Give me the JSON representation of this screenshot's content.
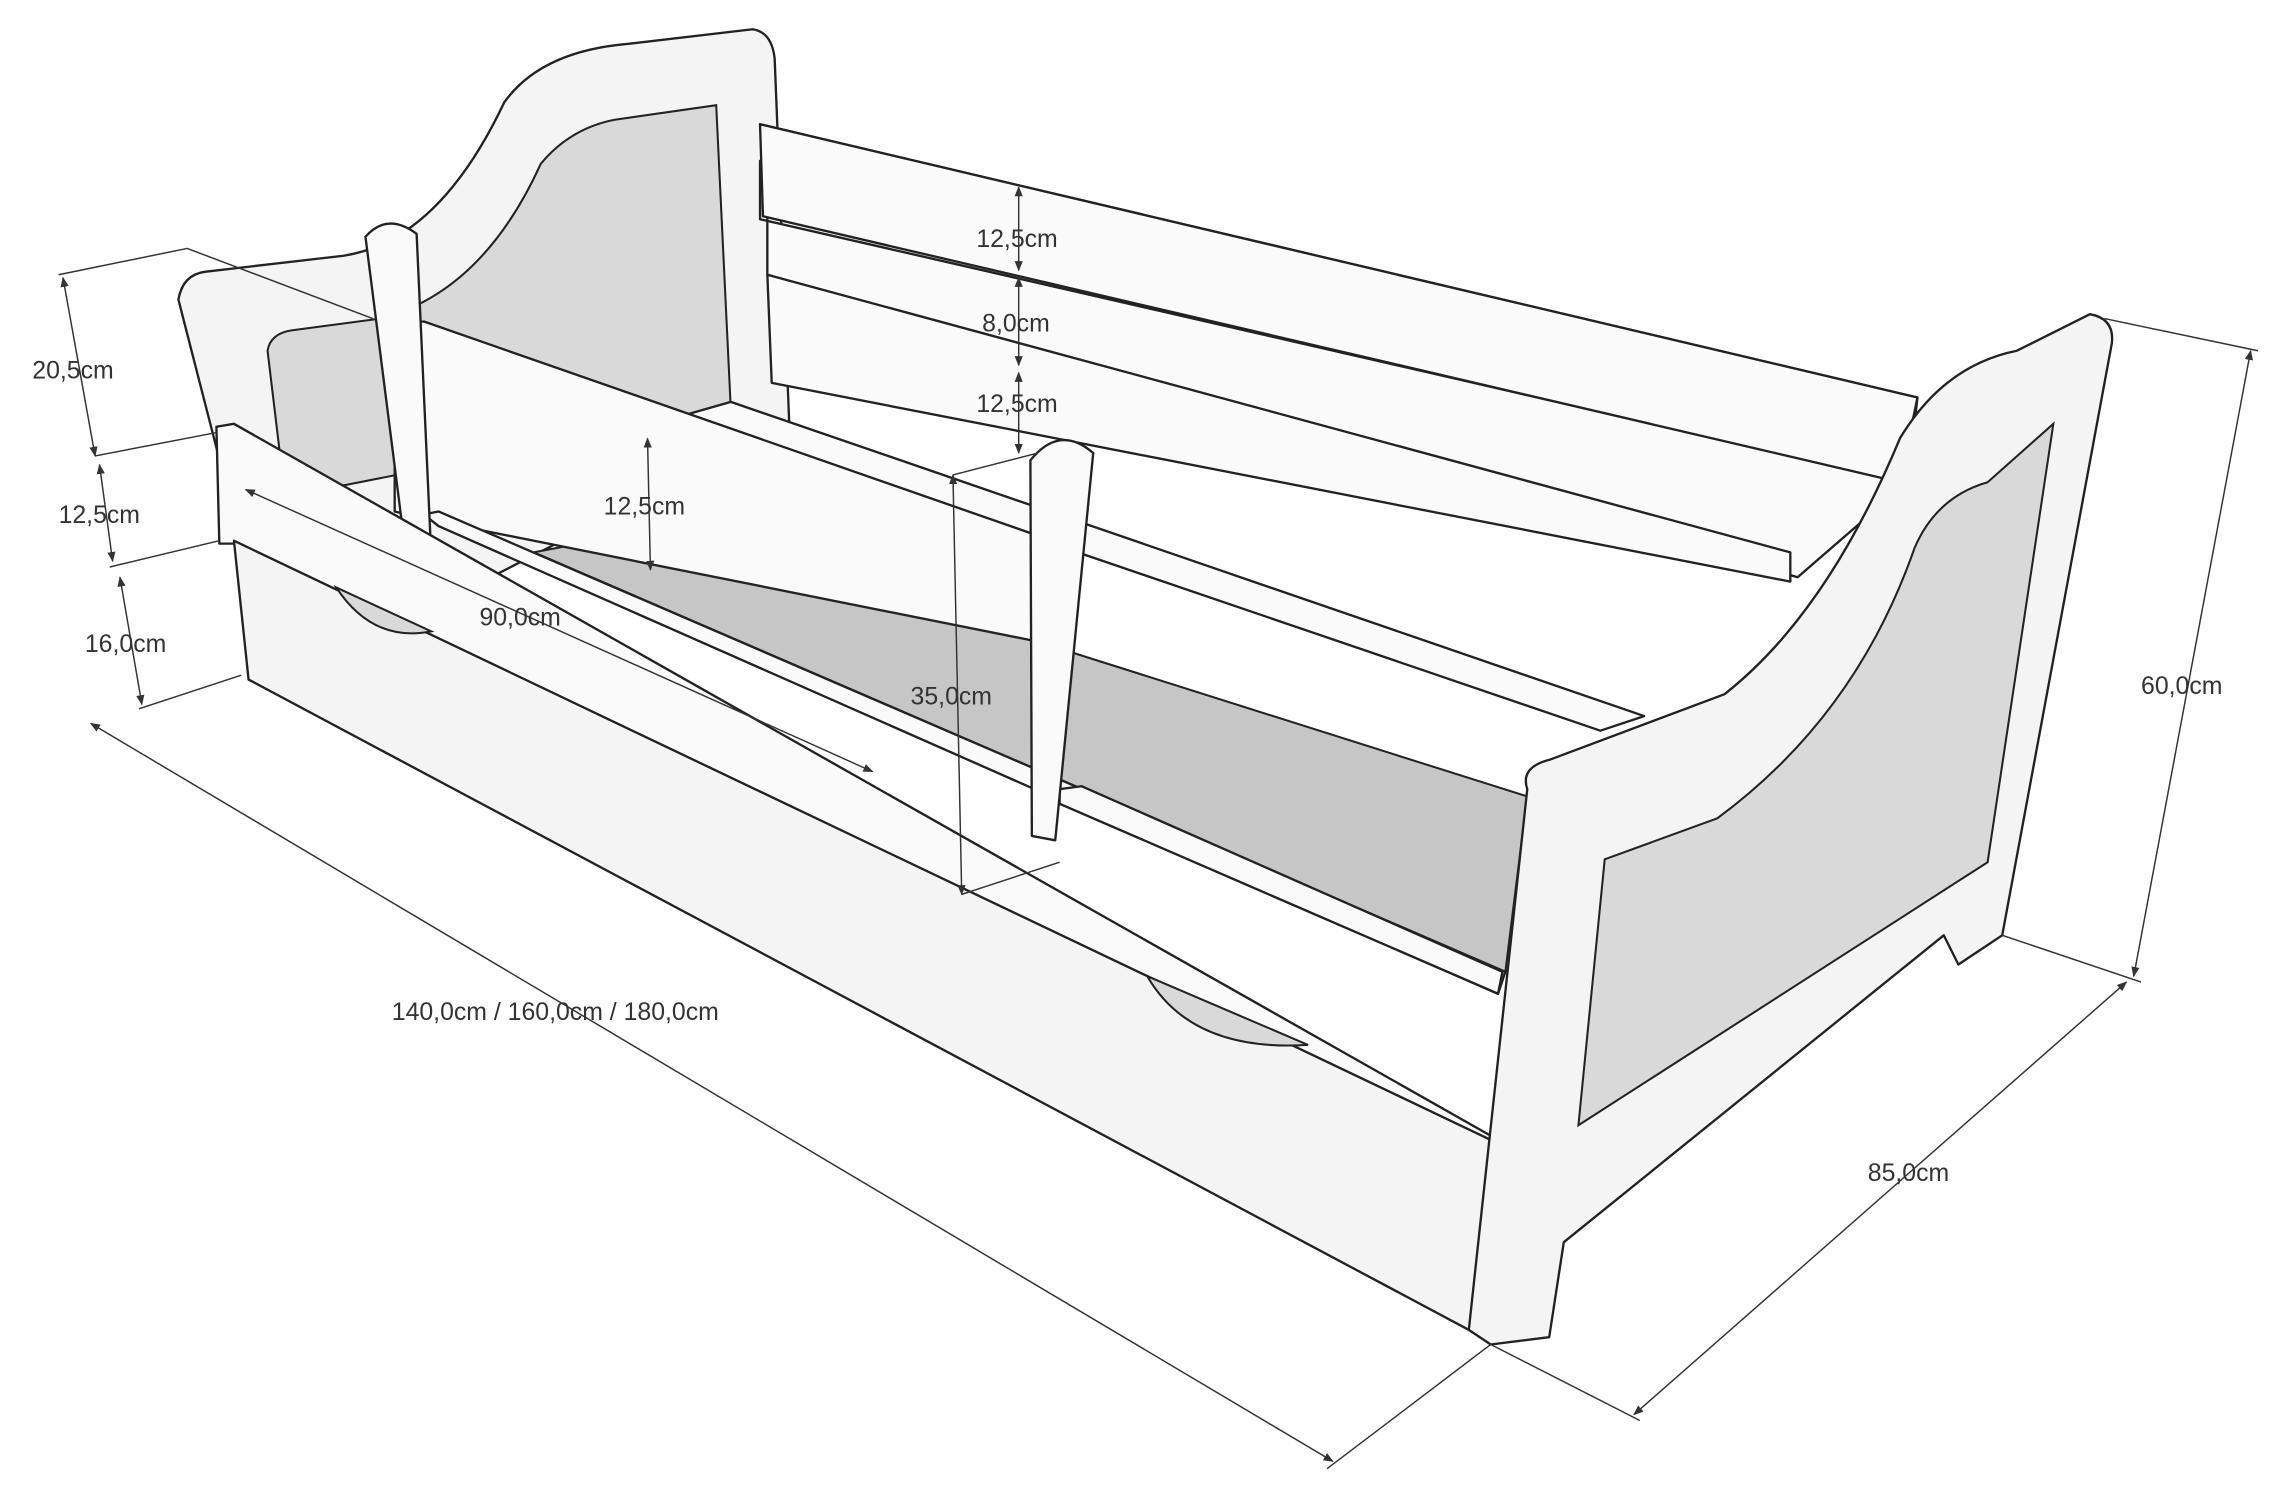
{
  "dimensions": {
    "headboard_top_height": "20,5cm",
    "front_rail_height": "12,5cm",
    "drawer_height": "16,0cm",
    "back_rail_top": "12,5cm",
    "back_rail_gap": "8,0cm",
    "back_rail_bottom": "12,5cm",
    "barrier_height": "12,5cm",
    "barrier_length": "90,0cm",
    "mattress_to_top": "35,0cm",
    "total_height": "60,0cm",
    "width": "85,0cm",
    "length": "140,0cm / 160,0cm / 180,0cm"
  }
}
